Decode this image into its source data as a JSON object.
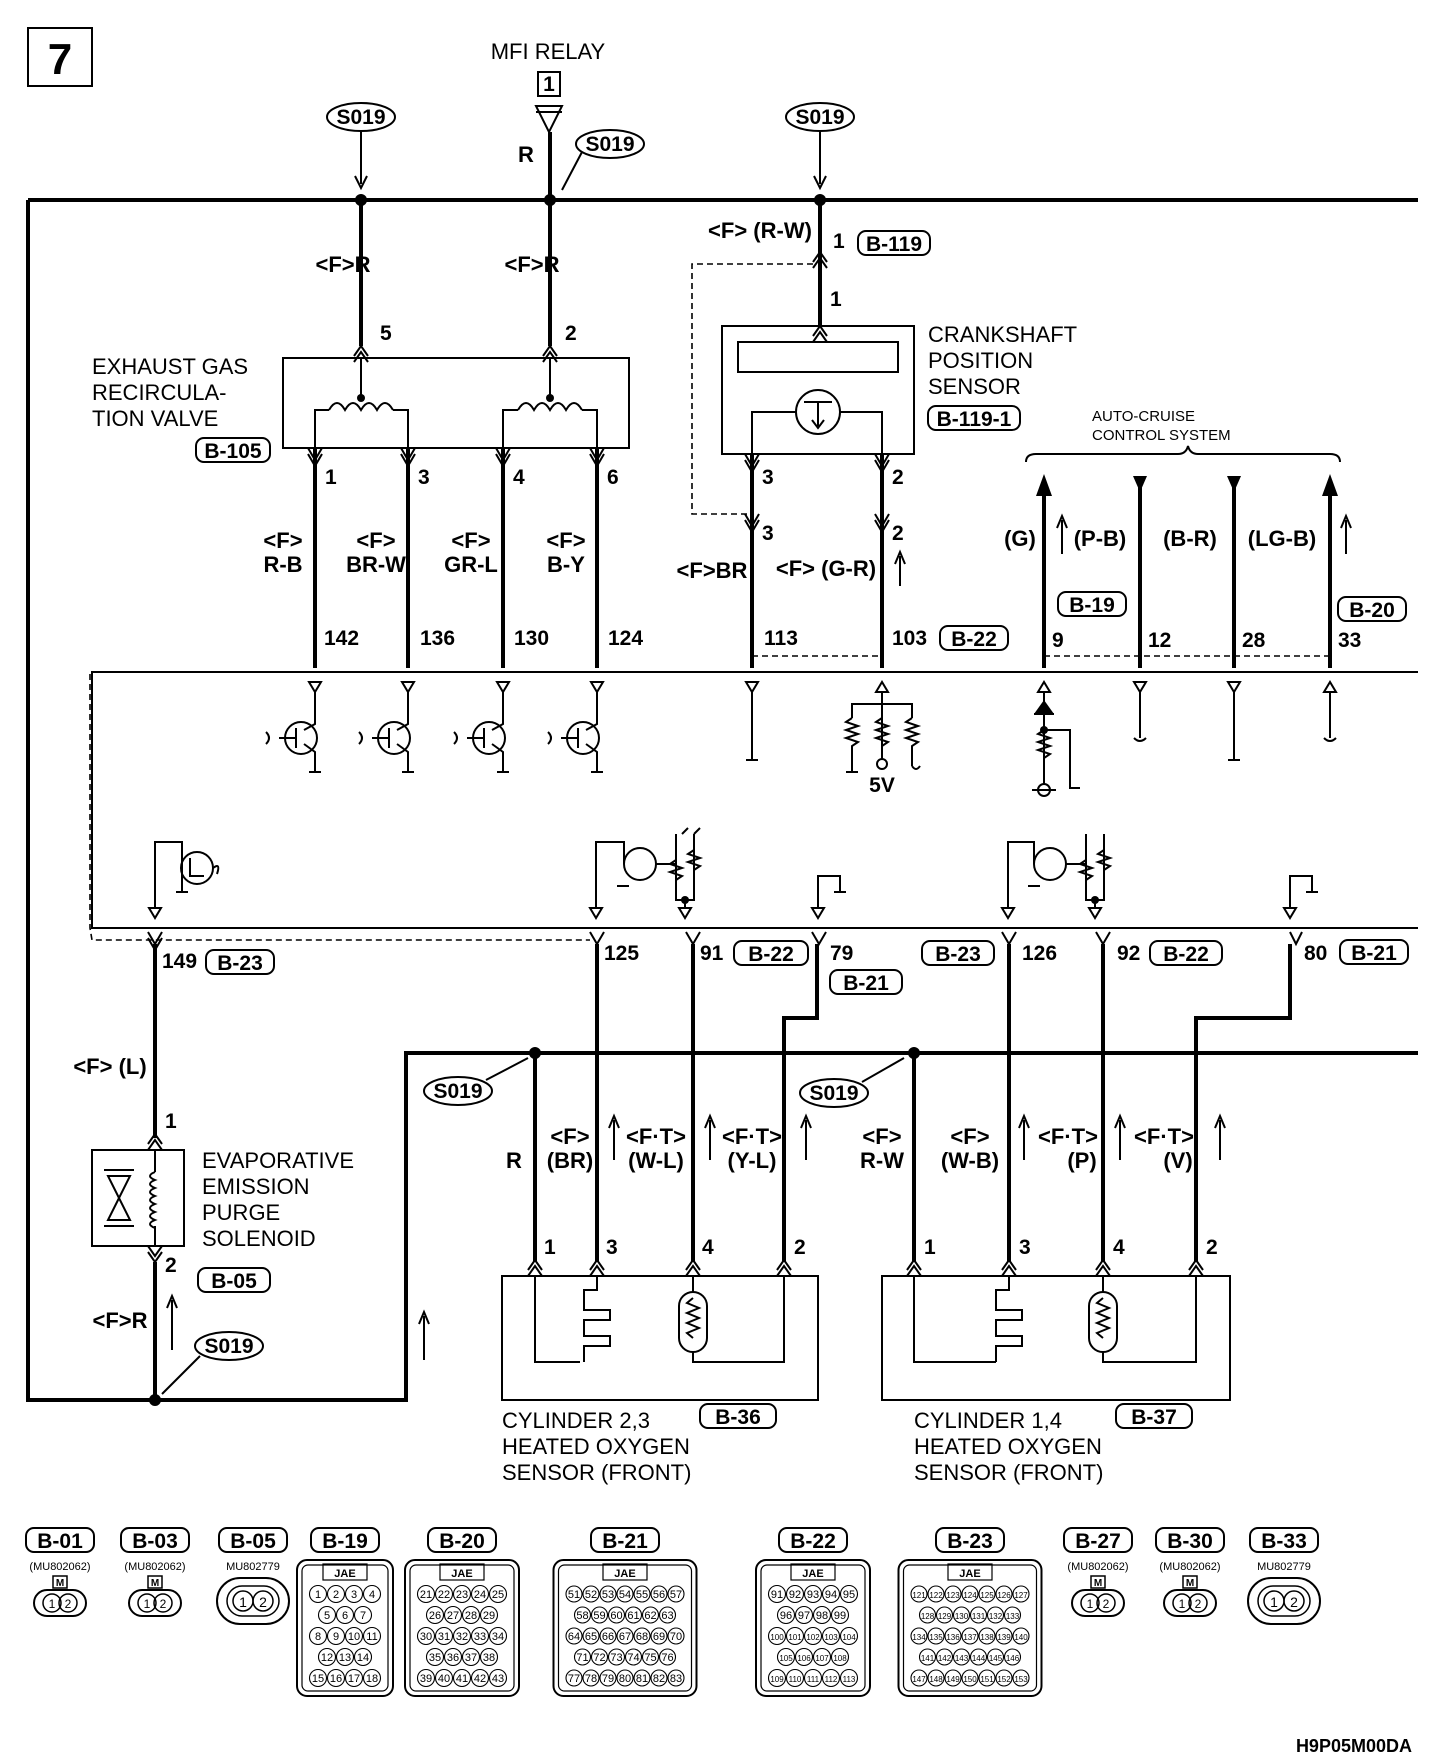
{
  "page_number": "7",
  "footer_code": "H9P05M00DA",
  "mfi_relay": {
    "label": "MFI RELAY",
    "pin": "1",
    "wire": "R"
  },
  "splice_label": "S019",
  "egr_valve": {
    "name": [
      "EXHAUST GAS",
      "RECIRCULA-",
      "TION VALVE"
    ],
    "connector": "B-105",
    "pins_top": [
      "5",
      "2"
    ],
    "pins_bottom": [
      "1",
      "3",
      "4",
      "6"
    ],
    "wires_top": [
      "<F>R",
      "<F>R"
    ],
    "wires": [
      [
        "<F>",
        "R-B"
      ],
      [
        "<F>",
        "BR-W"
      ],
      [
        "<F>",
        "GR-L"
      ],
      [
        "<F>",
        "B-Y"
      ]
    ]
  },
  "crankshaft_sensor": {
    "name": [
      "CRANKSHAFT",
      "POSITION",
      "SENSOR"
    ],
    "connector": "B-119-1",
    "wire_top": "<F> (R-W)",
    "pin_top": "1",
    "connector_top": "B-119",
    "pins_bottom": [
      "3",
      "2"
    ],
    "wires": [
      "<F>BR",
      "<F> (G-R)"
    ]
  },
  "auto_cruise": {
    "name": [
      "AUTO-CRUISE",
      "CONTROL SYSTEM"
    ],
    "wires": [
      "(G)",
      "(P-B)",
      "(B-R)",
      "(LG-B)"
    ],
    "connectors": [
      "B-19",
      "B-20"
    ]
  },
  "ecu_top_pins": [
    "142",
    "136",
    "130",
    "124",
    "113",
    "103",
    "9",
    "12",
    "28",
    "33"
  ],
  "ecu_top_connector": "B-22",
  "ecu_five_volt": "5V",
  "ecu_bottom": {
    "pins": [
      "149",
      "125",
      "91",
      "79",
      "126",
      "92",
      "80"
    ],
    "connectors": [
      "B-23",
      "B-22",
      "B-21",
      "B-23",
      "B-22",
      "B-21"
    ]
  },
  "evap_solenoid": {
    "name": [
      "EVAPORATIVE",
      "EMISSION",
      "PURGE",
      "SOLENOID"
    ],
    "connector": "B-05",
    "wire_top": "<F> (L)",
    "wire_bottom": "<F>R",
    "pins": [
      "1",
      "2"
    ]
  },
  "oxygen_sensor_23": {
    "name": [
      "CYLINDER 2,3",
      "HEATED OXYGEN",
      "SENSOR (FRONT)"
    ],
    "connector": "B-36",
    "pins": [
      "1",
      "3",
      "4",
      "2"
    ],
    "wires": [
      [
        "",
        "R"
      ],
      [
        "<F>",
        "(BR)"
      ],
      [
        "<F·T>",
        "(W-L)"
      ],
      [
        "<F·T>",
        "(Y-L)"
      ]
    ]
  },
  "oxygen_sensor_14": {
    "name": [
      "CYLINDER 1,4",
      "HEATED OXYGEN",
      "SENSOR (FRONT)"
    ],
    "connector": "B-37",
    "pins": [
      "1",
      "3",
      "4",
      "2"
    ],
    "wires": [
      [
        "<F>",
        "R-W"
      ],
      [
        "<F>",
        "(W-B)"
      ],
      [
        "<F·T>",
        "(P)"
      ],
      [
        "<F·T>",
        "(V)"
      ]
    ]
  },
  "connector_legend": [
    {
      "id": "B-01",
      "part": "(MU802062)",
      "kind": "small",
      "color": "M"
    },
    {
      "id": "B-03",
      "part": "(MU802062)",
      "kind": "small",
      "color": "M"
    },
    {
      "id": "B-05",
      "part": "MU802779",
      "kind": "oval"
    },
    {
      "id": "B-19",
      "kind": "jae",
      "maker": "JAE",
      "rows": [
        [
          "1",
          "2",
          "3",
          "4"
        ],
        [
          "5",
          "6",
          "7"
        ],
        [
          "8",
          "9",
          "10",
          "11"
        ],
        [
          "12",
          "13",
          "14"
        ],
        [
          "15",
          "16",
          "17",
          "18"
        ]
      ]
    },
    {
      "id": "B-20",
      "kind": "jae",
      "maker": "JAE",
      "rows": [
        [
          "21",
          "22",
          "23",
          "24",
          "25"
        ],
        [
          "26",
          "27",
          "28",
          "29"
        ],
        [
          "30",
          "31",
          "32",
          "33",
          "34"
        ],
        [
          "35",
          "36",
          "37",
          "38"
        ],
        [
          "39",
          "40",
          "41",
          "42",
          "43"
        ]
      ]
    },
    {
      "id": "B-21",
      "kind": "jae",
      "maker": "JAE",
      "rows": [
        [
          "51",
          "52",
          "53",
          "54",
          "55",
          "56",
          "57"
        ],
        [
          "58",
          "59",
          "60",
          "61",
          "62",
          "63"
        ],
        [
          "64",
          "65",
          "66",
          "67",
          "68",
          "69",
          "70"
        ],
        [
          "71",
          "72",
          "73",
          "74",
          "75",
          "76"
        ],
        [
          "77",
          "78",
          "79",
          "80",
          "81",
          "82",
          "83"
        ]
      ]
    },
    {
      "id": "B-22",
      "kind": "jae",
      "maker": "JAE",
      "rows": [
        [
          "91",
          "92",
          "93",
          "94",
          "95"
        ],
        [
          "96",
          "97",
          "98",
          "99"
        ],
        [
          "100",
          "101",
          "102",
          "103",
          "104"
        ],
        [
          "105",
          "106",
          "107",
          "108"
        ],
        [
          "109",
          "110",
          "111",
          "112",
          "113"
        ]
      ]
    },
    {
      "id": "B-23",
      "kind": "jae",
      "maker": "JAE",
      "rows": [
        [
          "121",
          "122",
          "123",
          "124",
          "125",
          "126",
          "127"
        ],
        [
          "128",
          "129",
          "130",
          "131",
          "132",
          "133"
        ],
        [
          "134",
          "135",
          "136",
          "137",
          "138",
          "139",
          "140"
        ],
        [
          "141",
          "142",
          "143",
          "144",
          "145",
          "146"
        ],
        [
          "147",
          "148",
          "149",
          "150",
          "151",
          "152",
          "153"
        ]
      ]
    },
    {
      "id": "B-27",
      "part": "(MU802062)",
      "kind": "small",
      "color": "M"
    },
    {
      "id": "B-30",
      "part": "(MU802062)",
      "kind": "small",
      "color": "M"
    },
    {
      "id": "B-33",
      "part": "MU802779",
      "kind": "oval"
    }
  ]
}
